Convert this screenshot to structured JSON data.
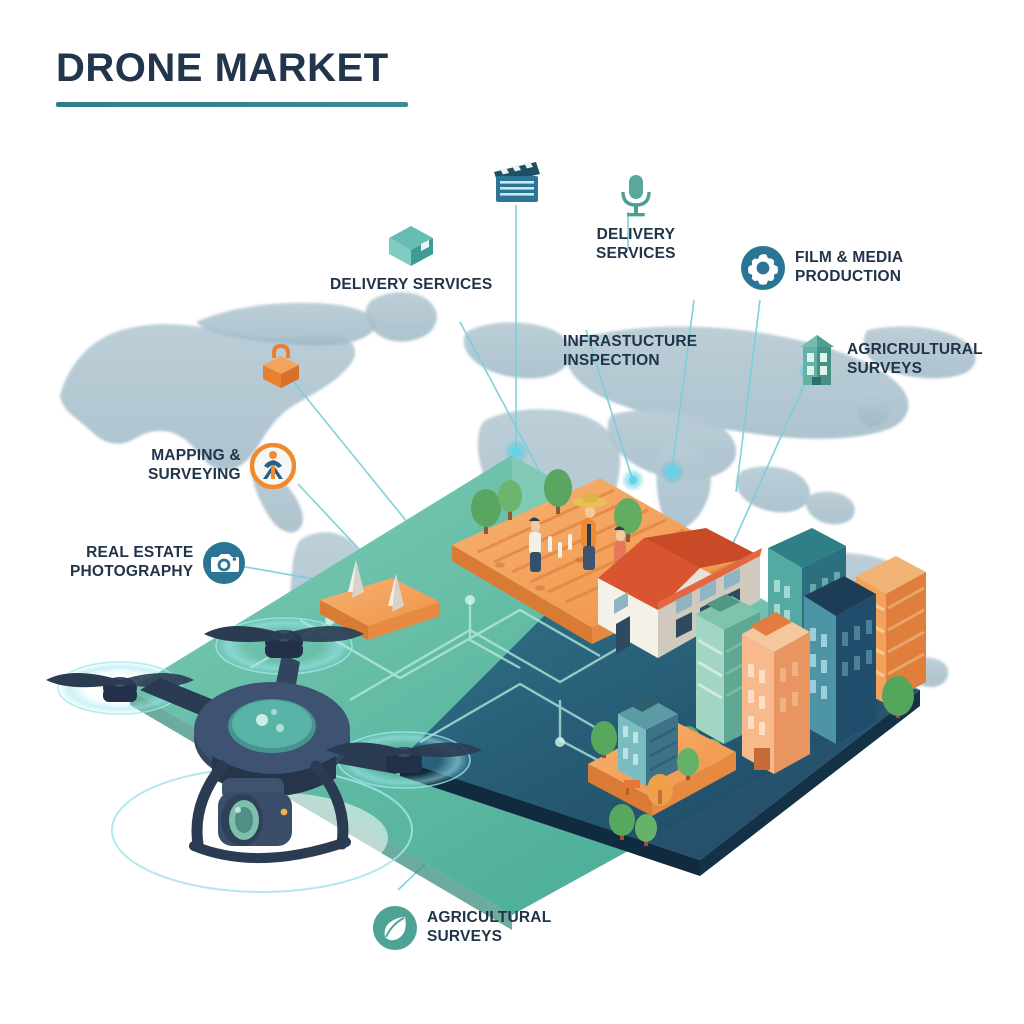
{
  "header": {
    "title": "DRONE MARKET"
  },
  "colors": {
    "title_navy": "#22354c",
    "title_rule_teal": "#2f7d8c",
    "label_navy": "#21344a",
    "map_silhouette": "#a8bfcb",
    "platform_green": "#52b49c",
    "platform_blue": "#1f4c63",
    "farm_orange": "#f29a52",
    "connector_teal": "#7fd4dc",
    "node_glow": "#39c6df",
    "drone_body": "#2b3b52",
    "accent_orange": "#f08a33",
    "accent_blue": "#2a7ca3",
    "background": "#ffffff"
  },
  "callouts": [
    {
      "id": "delivery-services-left",
      "label": "DELIVERY SERVICES",
      "icon": "package-box-icon",
      "icon_color": "#5fb5ac"
    },
    {
      "id": "film-media-clapper",
      "label": "",
      "icon": "clapperboard-icon",
      "icon_color": "#2a7ca3"
    },
    {
      "id": "delivery-services-mic",
      "label": "DELIVERY\nSERVICES",
      "icon": "microphone-icon",
      "icon_color": "#57a79d"
    },
    {
      "id": "film-media-production",
      "label": "FILM & MEDIA\nPRODUCTION",
      "icon": "gear-icon",
      "icon_color": "#2a7ca3"
    },
    {
      "id": "infrastructure-inspection",
      "label": "INFRASTUCTURE\nINSPECTION",
      "icon": "none",
      "icon_color": ""
    },
    {
      "id": "agricrultural-surveys",
      "label": "AGRICRULTURAL\nSURVEYS",
      "icon": "tower-building-icon",
      "icon_color": "#56a79c"
    },
    {
      "id": "mapping-surveying",
      "label": "MAPPING &\nSURVEYING",
      "icon": "surveyor-tripod-icon",
      "icon_color": "#f08a33"
    },
    {
      "id": "real-estate-photography",
      "label": "REAL ESTATE\nPHOTOGRAPHY",
      "icon": "camera-icon",
      "icon_color": "#2a7ca3"
    },
    {
      "id": "agricultural-surveys-bottom",
      "label": "AGRICULTURAL\nSURVEYS",
      "icon": "leaf-icon",
      "icon_color": "#4fa396"
    },
    {
      "id": "package-map-marker",
      "label": "",
      "icon": "orange-package-icon",
      "icon_color": "#f08a33"
    }
  ],
  "scene": {
    "platform_green_label": "agricultural-zone-platform",
    "platform_blue_label": "urban-zone-platform",
    "drone_label": "quadcopter-drone",
    "farm_label": "farm-field-plot",
    "farmhouse_label": "farmhouse",
    "city_label": "city-skyline-cluster",
    "towers_label": "cone-towers-platform",
    "world_map_label": "world-map-silhouette"
  }
}
